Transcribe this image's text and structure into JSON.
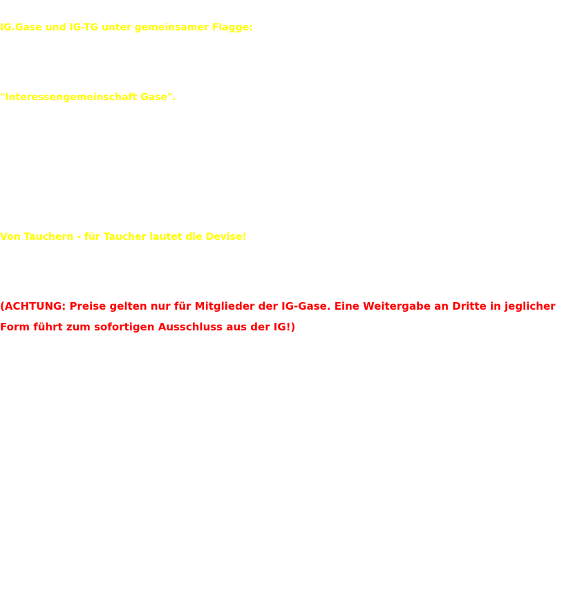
{
  "content": {
    "headline": "IG.Gase und IG-TG unter gemeinsamer Flagge:",
    "name": "\"Interessengemeinschaft Gase\".",
    "motto": "Von Tauchern - für Taucher lautet die Devise!",
    "warning": "(ACHTUNG: Preise gelten nur für Mitglieder der IG-Gase. Eine Weitergabe an Dritte in jeglicher Form führt zum sofortigen Ausschluss aus der IG!)"
  },
  "colors": {
    "highlight": "#ffff00",
    "warning": "#ff0000",
    "background": "#ffffff"
  }
}
